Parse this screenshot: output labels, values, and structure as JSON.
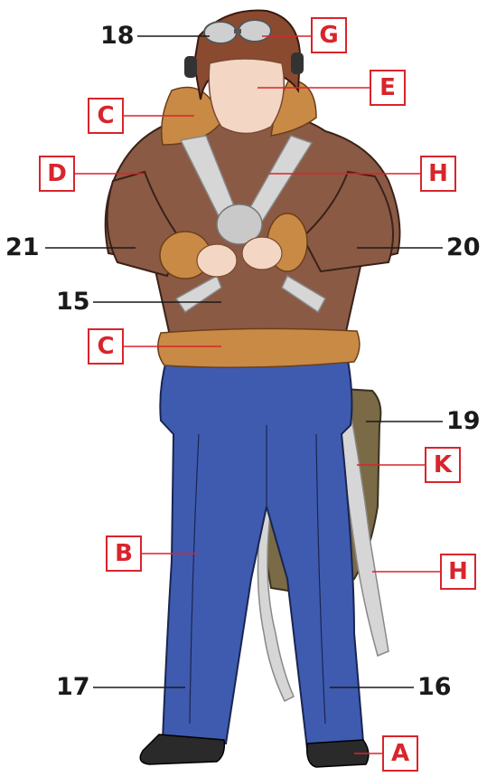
{
  "labels": {
    "n18": "18",
    "n21": "21",
    "n20": "20",
    "n15": "15",
    "n19": "19",
    "n17": "17",
    "n16": "16",
    "g": "G",
    "e": "E",
    "c_collar": "C",
    "d": "D",
    "h_strap": "H",
    "c_hem": "C",
    "k": "K",
    "b": "B",
    "h_hanging": "H",
    "a": "A"
  },
  "colors": {
    "accent_red": "#d9242b",
    "leader_black": "#1a1a1a",
    "jacket_brown": "#8a5a45",
    "fur_tan": "#c98a45",
    "trousers_blue": "#3f5bb0",
    "harness_grey": "#d6d6d6",
    "pack_olive": "#7a6a45",
    "boot_black": "#2a2a2a",
    "skin": "#f3d6c4"
  }
}
